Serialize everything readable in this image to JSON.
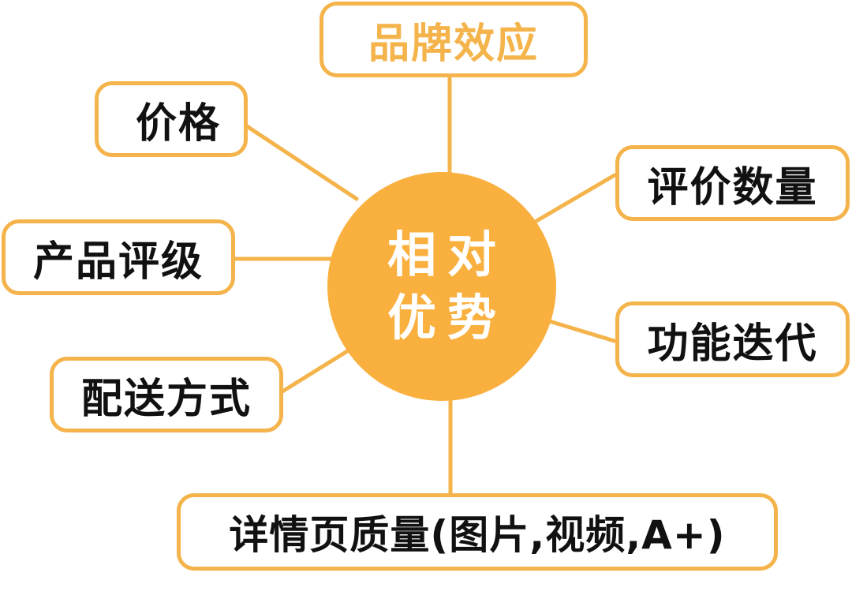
{
  "diagram": {
    "type": "mind-map",
    "colors": {
      "accent": "#f4b44b",
      "hub_fill": "#f9b03f",
      "text": "#111111",
      "hub_text": "#ffffff",
      "background": "#ffffff"
    },
    "center": {
      "line1": "相对",
      "line2": "优势",
      "full": "相对优势"
    },
    "nodes": [
      {
        "id": "brand",
        "label": "品牌效应",
        "highlighted": true
      },
      {
        "id": "price",
        "label": "价格"
      },
      {
        "id": "review-count",
        "label": "评价数量"
      },
      {
        "id": "rating",
        "label": "产品评级"
      },
      {
        "id": "iteration",
        "label": "功能迭代"
      },
      {
        "id": "shipping",
        "label": "配送方式"
      },
      {
        "id": "listing-quality",
        "label": "详情页质量(图片,视频,A+)"
      }
    ]
  }
}
